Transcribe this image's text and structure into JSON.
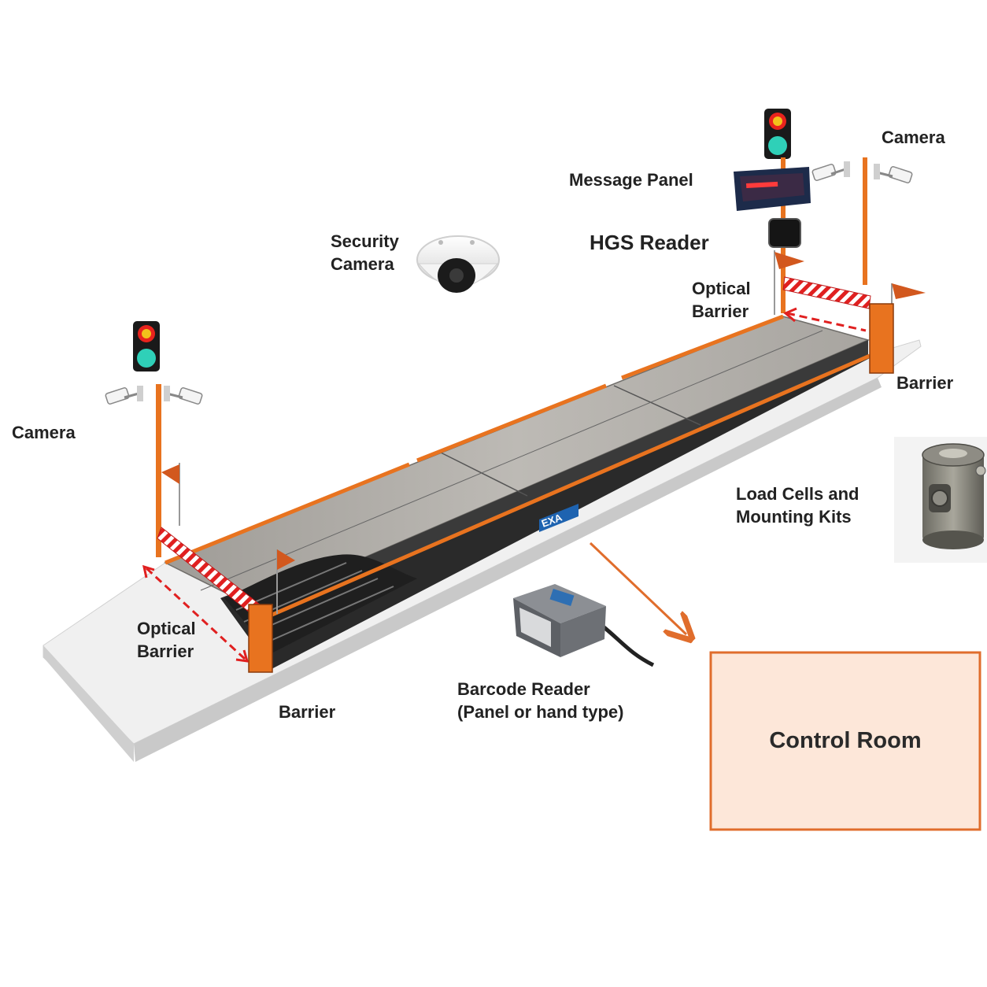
{
  "labels": {
    "camera_left": "Camera",
    "camera_right": "Camera",
    "security_camera": [
      "Security",
      "Camera"
    ],
    "message_panel": "Message Panel",
    "hgs_reader": "HGS Reader",
    "optical_barrier_right": [
      "Optical",
      "Barrier"
    ],
    "optical_barrier_left": [
      "Optical",
      "Barrier"
    ],
    "barrier_right": "Barrier",
    "barrier_left": "Barrier",
    "load_cells": [
      "Load Cells and",
      "Mounting Kits"
    ],
    "barcode_reader": [
      "Barcode Reader",
      "(Panel or hand type)"
    ],
    "control_room": "Control Room",
    "platform_logo": "EXA"
  },
  "colors": {
    "orange": "#e8731f",
    "deck": "#b3b0ab",
    "base": "#eeeeee",
    "control_room_fill": "#fde7d9",
    "control_room_border": "#e06d2c",
    "laser": "#e02020",
    "signal_red": "#e8231d",
    "signal_green": "#2fd0b8"
  },
  "icons": [
    "traffic-light-icon",
    "cctv-camera-icon",
    "dome-camera-icon",
    "message-panel-icon",
    "hgs-reader-icon",
    "flag-icon",
    "barrier-gate-icon",
    "load-cell-icon",
    "barcode-reader-icon"
  ]
}
